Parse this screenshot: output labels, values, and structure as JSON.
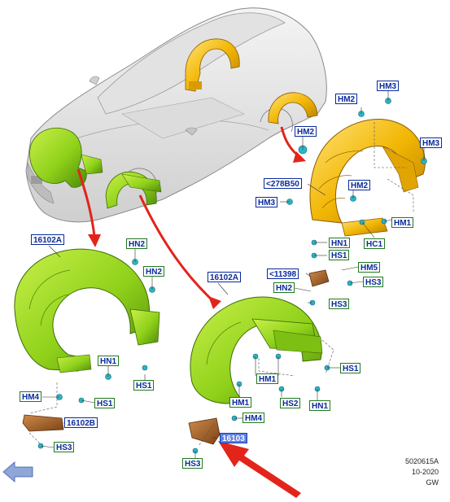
{
  "callouts": {
    "hm3_top": "HM3",
    "hm2_top": "HM2",
    "hm2_mid": "HM2",
    "hm3_right": "HM3",
    "ref_278b50": "<278B50",
    "hm2_lower": "HM2",
    "hm3_left": "HM3",
    "hm1_right": "HM1",
    "hn1_rear": "HN1",
    "hc1": "HC1",
    "hs1_rear": "HS1",
    "ref_11398": "<11398",
    "hm5": "HM5",
    "hn2_rear": "HN2",
    "hs3_rear": "HS3",
    "hs3_rear2": "HS3",
    "part_16102a_left": "16102A",
    "hn2_left_a": "HN2",
    "hn2_left_b": "HN2",
    "hn1_left": "HN1",
    "hs1_left_a": "HS1",
    "hm4_left": "HM4",
    "hs1_left_b": "HS1",
    "part_16102b": "16102B",
    "hs3_left": "HS3",
    "part_16102a_center": "16102A",
    "hm1_center": "HM1",
    "hs1_center": "HS1",
    "hm1_center_b": "HM1",
    "hs2_center": "HS2",
    "hn1_center": "HN1",
    "hm4_center": "HM4",
    "part_16103": "16103",
    "hs3_center": "HS3"
  },
  "stamp": {
    "code": "5020615A",
    "date": "10-2020",
    "initials": "GW"
  },
  "colors": {
    "callout_border": "#0a2a9c",
    "front_liner": "#8fd11a",
    "rear_liner": "#f2b705",
    "arrow": "#e3241b",
    "highlight": "#5b7fe6"
  },
  "icons": {
    "direction": "arrow-left-down-icon"
  }
}
